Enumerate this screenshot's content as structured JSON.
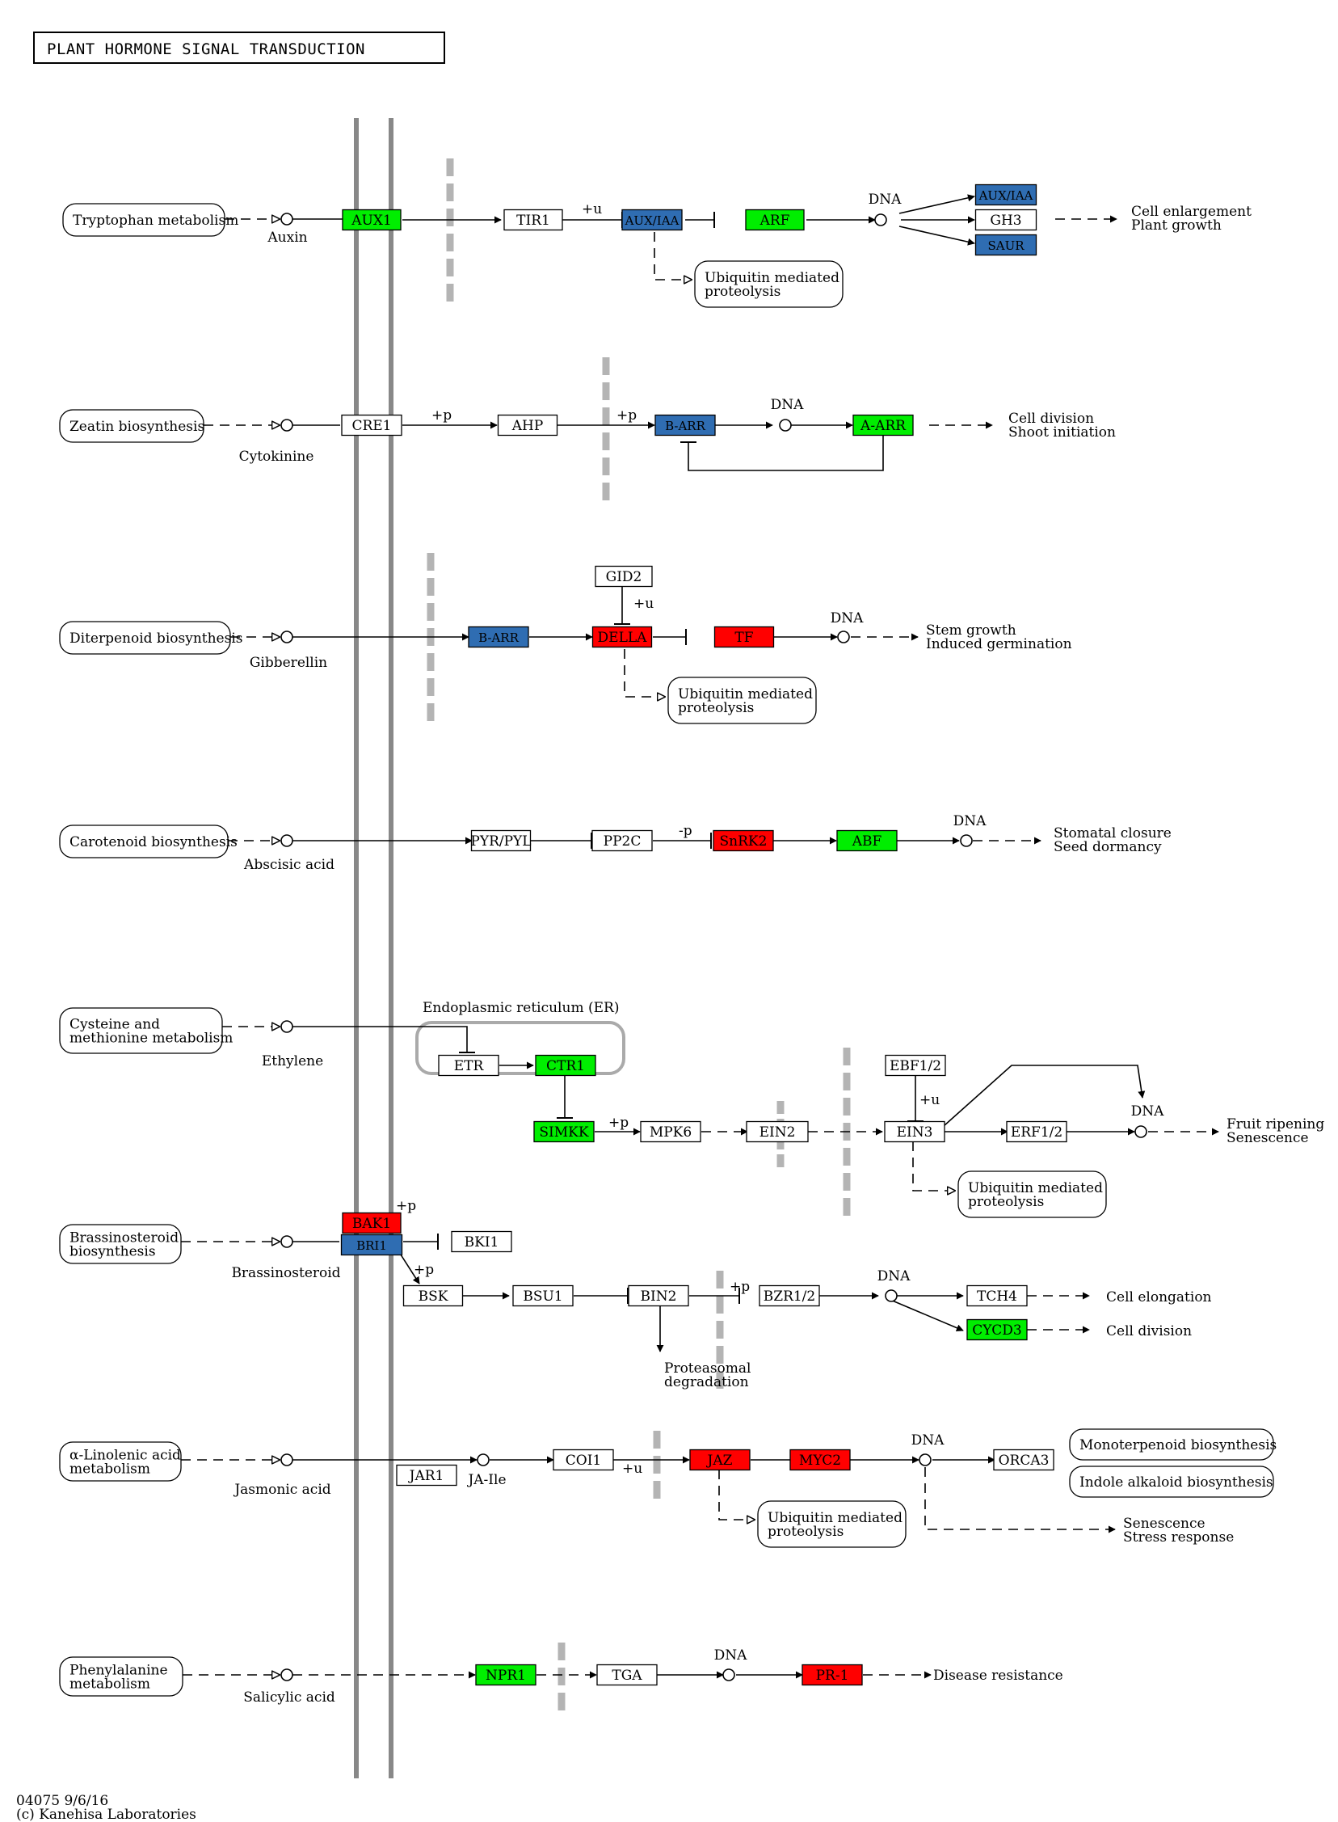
{
  "title": "PLANT HORMONE SIGNAL TRANSDUCTION",
  "footer": {
    "line1": "04075 9/6/16",
    "line2": "(c) Kanehisa Laboratories"
  },
  "colors": {
    "up": "#ff0000",
    "down": "#00ee00",
    "mixed": "#2f6db2",
    "none": "#ffffff"
  },
  "er_label": "Endoplasmic reticulum (ER)",
  "maps": [
    {
      "id": "trp",
      "lines": [
        "Tryptophan metabolism"
      ]
    },
    {
      "id": "zea",
      "lines": [
        "Zeatin biosynthesis"
      ]
    },
    {
      "id": "dit",
      "lines": [
        "Diterpenoid biosynthesis"
      ]
    },
    {
      "id": "car",
      "lines": [
        "Carotenoid biosynthesis"
      ]
    },
    {
      "id": "cys",
      "lines": [
        "Cysteine and",
        "methionine metabolism"
      ]
    },
    {
      "id": "bra",
      "lines": [
        "Brassinosteroid",
        "biosynthesis"
      ]
    },
    {
      "id": "lin",
      "lines": [
        "α-Linolenic acid",
        "metabolism"
      ]
    },
    {
      "id": "phe",
      "lines": [
        "Phenylalanine",
        "metabolism"
      ]
    },
    {
      "id": "ubq1",
      "lines": [
        "Ubiquitin mediated",
        "proteolysis"
      ]
    },
    {
      "id": "ubq2",
      "lines": [
        "Ubiquitin mediated",
        "proteolysis"
      ]
    },
    {
      "id": "ubq3",
      "lines": [
        "Ubiquitin mediated",
        "proteolysis"
      ]
    },
    {
      "id": "ubq4",
      "lines": [
        "Ubiquitin mediated",
        "proteolysis"
      ]
    },
    {
      "id": "mono",
      "lines": [
        "Monoterpenoid biosynthesis"
      ]
    },
    {
      "id": "indo",
      "lines": [
        "Indole alkaloid biosynthesis"
      ]
    }
  ],
  "genes": [
    {
      "id": "AUX1",
      "label": "AUX1",
      "status": "down"
    },
    {
      "id": "TIR1",
      "label": "TIR1",
      "status": "none"
    },
    {
      "id": "AUXIAA",
      "label": "AUX/IAA",
      "status": "mixed"
    },
    {
      "id": "ARF",
      "label": "ARF",
      "status": "down"
    },
    {
      "id": "AUXIAA2",
      "label": "AUX/IAA",
      "status": "mixed"
    },
    {
      "id": "GH3",
      "label": "GH3",
      "status": "none"
    },
    {
      "id": "SAUR",
      "label": "SAUR",
      "status": "mixed"
    },
    {
      "id": "CRE1",
      "label": "CRE1",
      "status": "none"
    },
    {
      "id": "AHP",
      "label": "AHP",
      "status": "none"
    },
    {
      "id": "BARR1",
      "label": "B-ARR",
      "status": "mixed"
    },
    {
      "id": "AARR",
      "label": "A-ARR",
      "status": "down"
    },
    {
      "id": "GID2",
      "label": "GID2",
      "status": "none"
    },
    {
      "id": "BARR2",
      "label": "B-ARR",
      "status": "mixed"
    },
    {
      "id": "DELLA",
      "label": "DELLA",
      "status": "up"
    },
    {
      "id": "TF",
      "label": "TF",
      "status": "up"
    },
    {
      "id": "PYR",
      "label": "PYR/PYL",
      "status": "none"
    },
    {
      "id": "PP2C",
      "label": "PP2C",
      "status": "none"
    },
    {
      "id": "SNRK2",
      "label": "SnRK2",
      "status": "up"
    },
    {
      "id": "ABF",
      "label": "ABF",
      "status": "down"
    },
    {
      "id": "ETR",
      "label": "ETR",
      "status": "none"
    },
    {
      "id": "CTR1",
      "label": "CTR1",
      "status": "down"
    },
    {
      "id": "SIMKK",
      "label": "SIMKK",
      "status": "down"
    },
    {
      "id": "MPK6",
      "label": "MPK6",
      "status": "none"
    },
    {
      "id": "EIN2",
      "label": "EIN2",
      "status": "none"
    },
    {
      "id": "EBF12",
      "label": "EBF1/2",
      "status": "none"
    },
    {
      "id": "EIN3",
      "label": "EIN3",
      "status": "none"
    },
    {
      "id": "ERF12",
      "label": "ERF1/2",
      "status": "none"
    },
    {
      "id": "BAK1",
      "label": "BAK1",
      "status": "up"
    },
    {
      "id": "BRI1",
      "label": "BRI1",
      "status": "mixed"
    },
    {
      "id": "BKI1",
      "label": "BKI1",
      "status": "none"
    },
    {
      "id": "BSK",
      "label": "BSK",
      "status": "none"
    },
    {
      "id": "BSU1",
      "label": "BSU1",
      "status": "none"
    },
    {
      "id": "BIN2",
      "label": "BIN2",
      "status": "none"
    },
    {
      "id": "BZR12",
      "label": "BZR1/2",
      "status": "none"
    },
    {
      "id": "TCH4",
      "label": "TCH4",
      "status": "none"
    },
    {
      "id": "CYCD3",
      "label": "CYCD3",
      "status": "down"
    },
    {
      "id": "JAR1",
      "label": "JAR1",
      "status": "none"
    },
    {
      "id": "COI1",
      "label": "COI1",
      "status": "none"
    },
    {
      "id": "JAZ",
      "label": "JAZ",
      "status": "up"
    },
    {
      "id": "MYC2",
      "label": "MYC2",
      "status": "up"
    },
    {
      "id": "ORCA3",
      "label": "ORCA3",
      "status": "none"
    },
    {
      "id": "NPR1",
      "label": "NPR1",
      "status": "down"
    },
    {
      "id": "TGA",
      "label": "TGA",
      "status": "none"
    },
    {
      "id": "PR1",
      "label": "PR-1",
      "status": "up"
    }
  ],
  "compounds": [
    {
      "id": "auxin",
      "label": "Auxin"
    },
    {
      "id": "cytokinine",
      "label": "Cytokinine"
    },
    {
      "id": "gibberellin",
      "label": "Gibberellin"
    },
    {
      "id": "aba",
      "label": "Abscisic acid"
    },
    {
      "id": "ethylene",
      "label": "Ethylene"
    },
    {
      "id": "brassinosteroid",
      "label": "Brassinosteroid"
    },
    {
      "id": "ja",
      "label": "Jasmonic acid"
    },
    {
      "id": "jaile",
      "label": "JA-Ile"
    },
    {
      "id": "sa",
      "label": "Salicylic acid"
    }
  ],
  "dna_label": "DNA",
  "outcomes": [
    {
      "id": "aux",
      "lines": [
        "Cell enlargement",
        "Plant growth"
      ]
    },
    {
      "id": "cyt",
      "lines": [
        "Cell division",
        "Shoot initiation"
      ]
    },
    {
      "id": "gib",
      "lines": [
        "Stem growth",
        "Induced germination"
      ]
    },
    {
      "id": "aba",
      "lines": [
        "Stomatal closure",
        "Seed dormancy"
      ]
    },
    {
      "id": "eth",
      "lines": [
        "Fruit ripening",
        "Senescence"
      ]
    },
    {
      "id": "bra1",
      "lines": [
        "Cell elongation"
      ]
    },
    {
      "id": "bra2",
      "lines": [
        "Cell division"
      ]
    },
    {
      "id": "ja",
      "lines": [
        "Senescence",
        "Stress response"
      ]
    },
    {
      "id": "sa",
      "lines": [
        "Disease resistance"
      ]
    },
    {
      "id": "prot",
      "lines": [
        "Proteasomal",
        "degradation"
      ]
    }
  ],
  "modifications": [
    {
      "id": "m_aux",
      "label": "+u"
    },
    {
      "id": "m_cyt1",
      "label": "+p"
    },
    {
      "id": "m_cyt2",
      "label": "+p"
    },
    {
      "id": "m_gib",
      "label": "+u"
    },
    {
      "id": "m_aba",
      "label": "-p"
    },
    {
      "id": "m_eth1",
      "label": "+p"
    },
    {
      "id": "m_eth2",
      "label": "+u"
    },
    {
      "id": "m_bra1",
      "label": "+p"
    },
    {
      "id": "m_bra2",
      "label": "+p"
    },
    {
      "id": "m_bra3",
      "label": "+p"
    },
    {
      "id": "m_ja",
      "label": "+u"
    }
  ]
}
